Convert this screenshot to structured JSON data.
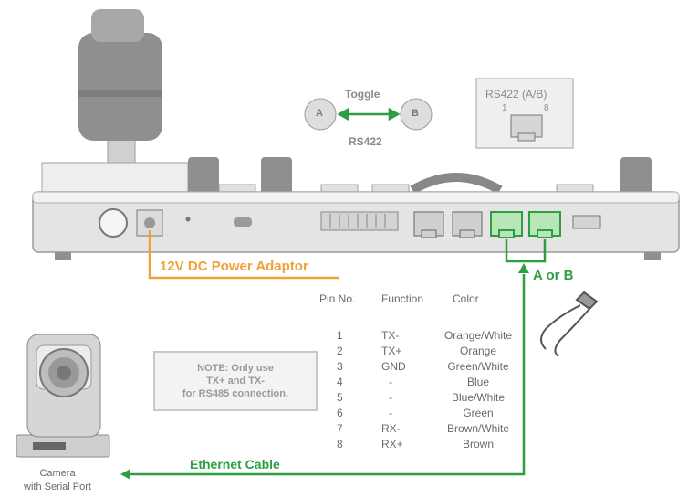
{
  "toggle": {
    "title": "Toggle",
    "a": "A",
    "b": "B",
    "protocol": "RS422"
  },
  "rs422_box": {
    "title": "RS422 (A/B)",
    "pin_first": "1",
    "pin_last": "8"
  },
  "power_label": "12V DC Power Adaptor",
  "port_select_label": "A or B",
  "note": {
    "line1": "NOTE: Only use",
    "line2": "TX+ and TX-",
    "line3": "for RS485 connection."
  },
  "pinout": {
    "headers": [
      "Pin No.",
      "Function",
      "Color"
    ],
    "rows": [
      {
        "pin": "1",
        "function": "TX-",
        "color": "Orange/White"
      },
      {
        "pin": "2",
        "function": "TX+",
        "color": "Orange"
      },
      {
        "pin": "3",
        "function": "GND",
        "color": "Green/White"
      },
      {
        "pin": "4",
        "function": "-",
        "color": "Blue"
      },
      {
        "pin": "5",
        "function": "-",
        "color": "Blue/White"
      },
      {
        "pin": "6",
        "function": "-",
        "color": "Green"
      },
      {
        "pin": "7",
        "function": "RX-",
        "color": "Brown/White"
      },
      {
        "pin": "8",
        "function": "RX+",
        "color": "Brown"
      }
    ]
  },
  "ethernet_label": "Ethernet Cable",
  "camera": {
    "line1": "Camera",
    "line2": "with Serial Port"
  },
  "colors": {
    "green": "#2e9e42",
    "orange": "#f0a13a",
    "device": "#e4e4e4",
    "outline": "#9a9a9a"
  }
}
